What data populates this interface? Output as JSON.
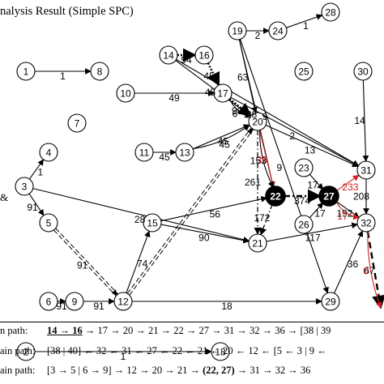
{
  "figure": {
    "title": "nalysis Result (Simple SPC)",
    "side_marks": [
      "&"
    ]
  },
  "nodes": [
    {
      "id": "1",
      "style": "plain"
    },
    {
      "id": "2",
      "style": "plain"
    },
    {
      "id": "3",
      "style": "plain"
    },
    {
      "id": "4",
      "style": "plain"
    },
    {
      "id": "5",
      "style": "plain"
    },
    {
      "id": "6",
      "style": "plain"
    },
    {
      "id": "7",
      "style": "plain"
    },
    {
      "id": "8",
      "style": "plain"
    },
    {
      "id": "9",
      "style": "plain"
    },
    {
      "id": "10",
      "style": "plain"
    },
    {
      "id": "11",
      "style": "plain"
    },
    {
      "id": "12",
      "style": "plain"
    },
    {
      "id": "13",
      "style": "plain"
    },
    {
      "id": "14",
      "style": "plain"
    },
    {
      "id": "15",
      "style": "plain"
    },
    {
      "id": "16",
      "style": "plain"
    },
    {
      "id": "17",
      "style": "plain"
    },
    {
      "id": "18",
      "style": "plain"
    },
    {
      "id": "19",
      "style": "plain"
    },
    {
      "id": "20",
      "style": "plain"
    },
    {
      "id": "21",
      "style": "plain"
    },
    {
      "id": "22",
      "style": "filled"
    },
    {
      "id": "23",
      "style": "plain"
    },
    {
      "id": "24",
      "style": "plain"
    },
    {
      "id": "25",
      "style": "plain"
    },
    {
      "id": "26",
      "style": "plain"
    },
    {
      "id": "27",
      "style": "filled"
    },
    {
      "id": "28",
      "style": "plain"
    },
    {
      "id": "29",
      "style": "plain"
    },
    {
      "id": "30",
      "style": "plain"
    },
    {
      "id": "31",
      "style": "plain"
    },
    {
      "id": "32",
      "style": "plain"
    }
  ],
  "edges": [
    {
      "from": "1",
      "to": "8",
      "label": "1",
      "style": "solid"
    },
    {
      "from": "2",
      "to": "18",
      "label": "1",
      "style": "solid"
    },
    {
      "from": "3",
      "to": "4",
      "label": "1",
      "style": "solid"
    },
    {
      "from": "3",
      "to": "5",
      "label": "91",
      "style": "solid"
    },
    {
      "from": "5",
      "to": "12",
      "label": "91",
      "style": "double-dashed"
    },
    {
      "from": "6",
      "to": "9",
      "label": "91",
      "style": "solid"
    },
    {
      "from": "9",
      "to": "12",
      "label": "91",
      "style": "solid"
    },
    {
      "from": "10",
      "to": "17",
      "label": "49",
      "style": "solid"
    },
    {
      "from": "11",
      "to": "13",
      "label": "45",
      "style": "solid"
    },
    {
      "from": "14",
      "to": "16",
      "label": "94",
      "style": "dotted-bold"
    },
    {
      "from": "16",
      "to": "17",
      "label": "45",
      "style": "dotted-bold"
    },
    {
      "from": "14",
      "to": "20",
      "label": "45",
      "style": "solid"
    },
    {
      "from": "14",
      "to": "31",
      "label": "9",
      "style": "solid"
    },
    {
      "from": "17",
      "to": "20",
      "label": "90",
      "style": "dotted-bold"
    },
    {
      "from": "17",
      "to": "20",
      "label": "6",
      "style": "solid"
    },
    {
      "from": "17",
      "to": "31",
      "label": "2",
      "style": "solid"
    },
    {
      "from": "19",
      "to": "24",
      "label": "2",
      "style": "solid"
    },
    {
      "from": "24",
      "to": "28",
      "label": "1",
      "style": "solid"
    },
    {
      "from": "19",
      "to": "20",
      "label": "63",
      "style": "solid"
    },
    {
      "from": "19",
      "to": "22",
      "label": "28",
      "style": "solid"
    },
    {
      "from": "19",
      "to": "29",
      "label": "9",
      "style": "solid"
    },
    {
      "from": "13",
      "to": "20",
      "label": "45",
      "style": "solid"
    },
    {
      "from": "13",
      "to": "20",
      "label": "45",
      "style": "solid"
    },
    {
      "from": "20",
      "to": "22",
      "label": "35",
      "style": "red"
    },
    {
      "from": "20",
      "to": "22",
      "label": "153",
      "style": "solid"
    },
    {
      "from": "20",
      "to": "21",
      "label": "261",
      "style": "dash-dot"
    },
    {
      "from": "20",
      "to": "31",
      "label": "13",
      "style": "solid"
    },
    {
      "from": "12",
      "to": "20",
      "label": "",
      "style": "double-dashed"
    },
    {
      "from": "12",
      "to": "15",
      "label": "74",
      "style": "solid"
    },
    {
      "from": "15",
      "to": "22",
      "label": "56",
      "style": "solid"
    },
    {
      "from": "15",
      "to": "21",
      "label": "90",
      "style": "solid"
    },
    {
      "from": "3",
      "to": "21",
      "label": "28",
      "style": "solid"
    },
    {
      "from": "12",
      "to": "29",
      "label": "18",
      "style": "solid"
    },
    {
      "from": "22",
      "to": "21",
      "label": "172",
      "style": "dash-dot"
    },
    {
      "from": "22",
      "to": "27",
      "label": "374",
      "style": "dash-dot-bold"
    },
    {
      "from": "23",
      "to": "27",
      "label": "17",
      "style": "solid"
    },
    {
      "from": "27",
      "to": "31",
      "label": "233",
      "style": "red"
    },
    {
      "from": "27",
      "to": "32",
      "label": "192",
      "style": "solid"
    },
    {
      "from": "26",
      "to": "27",
      "label": "17",
      "style": "solid"
    },
    {
      "from": "27",
      "to": "32",
      "label": "17",
      "style": "red"
    },
    {
      "from": "21",
      "to": "32",
      "label": "117",
      "style": "solid"
    },
    {
      "from": "29",
      "to": "32",
      "label": "36",
      "style": "solid"
    },
    {
      "from": "31",
      "to": "32",
      "label": "208",
      "style": "solid"
    },
    {
      "from": "30",
      "to": "31",
      "label": "14",
      "style": "solid"
    },
    {
      "from": "32",
      "to": "out",
      "label": "67",
      "style": "dashed-bold"
    },
    {
      "from": "32",
      "to": "out",
      "label": "0",
      "style": "red"
    }
  ],
  "paths": [
    {
      "label": "n path:",
      "prefix": "14 → 16",
      "rest": " → 17 → 20 → 21 → 22 → 27 → 31 → 32 → 36 → [38 | 39"
    },
    {
      "label": "ain path:",
      "prefix": "",
      "rest": "[38 | 40] ← 32 ← 31 ← 27 ← 22 ← 21 ← 20 ← 12 ← [5 ← 3 | 9 ←"
    },
    {
      "label": "ain path:",
      "prefix": "",
      "rest": "[3 → 5 | 6 → 9] → 12 → 20 → 21 → ",
      "bold_tail": "(22, 27)",
      "rest2": " → 31 → 32 → 36"
    }
  ],
  "colors": {
    "line": "#000000",
    "highlight": "#d21f1f",
    "filled_node": "#000000"
  }
}
